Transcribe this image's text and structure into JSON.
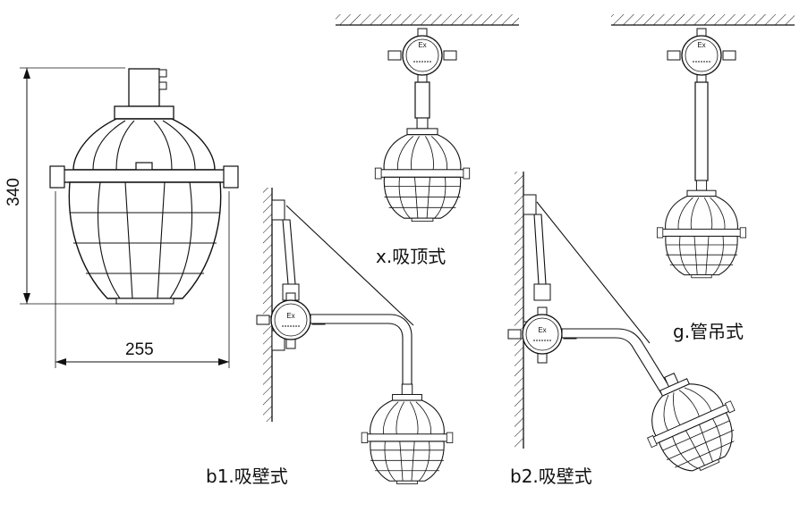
{
  "dimensions": {
    "height": "340",
    "width": "255"
  },
  "labels": {
    "ceiling": "x.吸顶式",
    "pipe": "g.管吊式",
    "wall_b1": "b1.吸壁式",
    "wall_b2": "b2.吸壁式"
  },
  "box_mark": "Ex",
  "colors": {
    "line": "#111111",
    "background": "#ffffff"
  }
}
